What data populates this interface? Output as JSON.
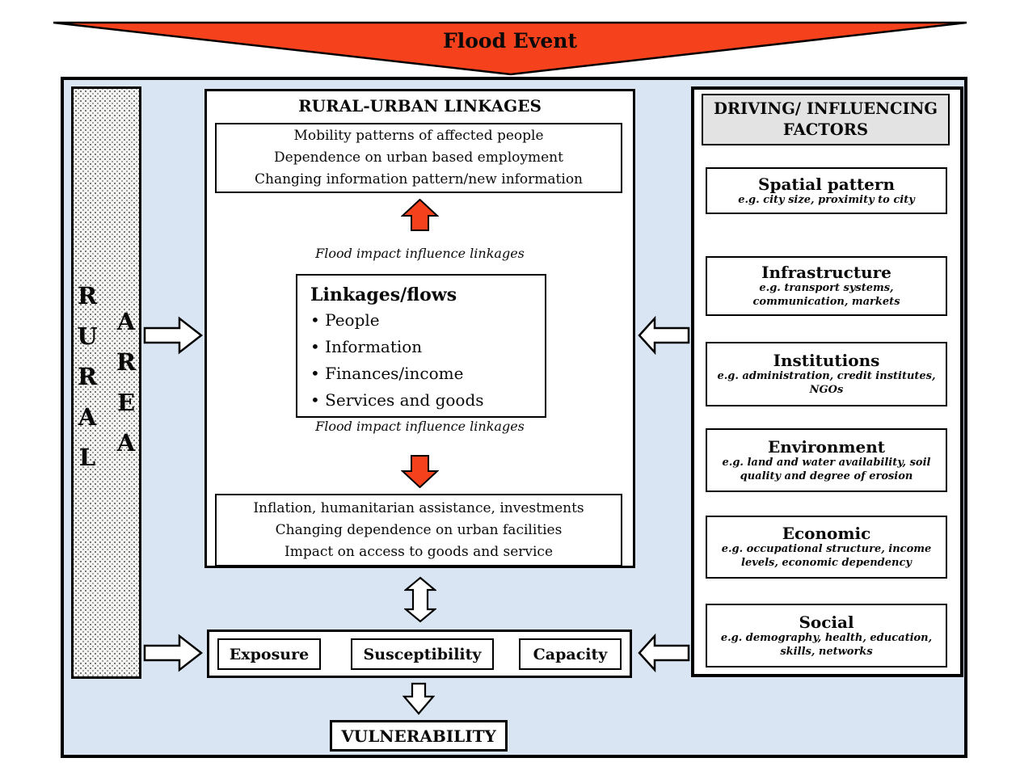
{
  "flood_event": {
    "label": "Flood Event"
  },
  "left_bar": {
    "word_rural": [
      "R",
      "U",
      "R",
      "A",
      "L"
    ],
    "word_area": [
      "A",
      "R",
      "E",
      "A"
    ]
  },
  "linkages_panel": {
    "title": "RURAL-URBAN LINKAGES",
    "top_box_lines": [
      "Mobility patterns of affected people",
      "Dependence on urban based employment",
      "Changing information pattern/new information"
    ],
    "impact_note_top": "Flood impact influence linkages",
    "flows_box": {
      "title": "Linkages/flows",
      "items": [
        "People",
        "Information",
        "Finances/income",
        "Services and goods"
      ]
    },
    "impact_note_bottom": "Flood impact influence linkages",
    "bottom_box_lines": [
      "Inflation, humanitarian assistance, investments",
      "Changing dependence on urban facilities",
      "Impact on access to goods and service"
    ]
  },
  "factors_panel": {
    "title": "DRIVING/ INFLUENCING FACTORS",
    "items": [
      {
        "title": "Spatial pattern",
        "examples": "e.g. city size, proximity to city"
      },
      {
        "title": "Infrastructure",
        "examples": "e.g. transport systems, communication, markets"
      },
      {
        "title": "Institutions",
        "examples": "e.g. administration, credit institutes, NGOs"
      },
      {
        "title": "Environment",
        "examples": "e.g. land and water availability, soil quality and degree of erosion"
      },
      {
        "title": "Economic",
        "examples": "e.g. occupational structure, income levels, economic dependency"
      },
      {
        "title": "Social",
        "examples": "e.g. demography, health, education, skills, networks"
      }
    ]
  },
  "vulnerability_row": {
    "items": [
      "Exposure",
      "Susceptibility",
      "Capacity"
    ]
  },
  "vulnerability": {
    "label": "VULNERABILITY"
  },
  "colors": {
    "accent_red": "#F5421D",
    "panel_blue": "#D9E5F2",
    "header_gray": "#E3E3E3"
  }
}
